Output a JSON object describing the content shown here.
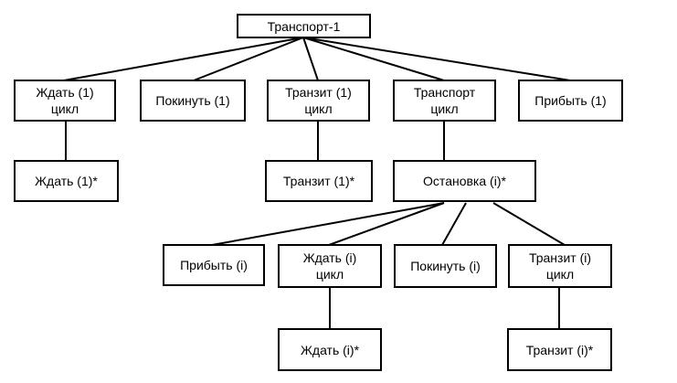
{
  "diagram": {
    "root": {
      "line1": "Транспорт-1"
    },
    "level1": {
      "wait_cycle": {
        "line1": "Ждать (1)",
        "line2": "цикл"
      },
      "leave": {
        "line1": "Покинуть (1)"
      },
      "transit_cycle": {
        "line1": "Транзит (1)",
        "line2": "цикл"
      },
      "transport_cycle": {
        "line1": "Транспорт",
        "line2": "цикл"
      },
      "arrive": {
        "line1": "Прибыть (1)"
      }
    },
    "level2": {
      "wait_star": {
        "line1": "Ждать (1)*"
      },
      "transit_star": {
        "line1": "Транзит (1)*"
      },
      "stop_star": {
        "line1": "Остановка (i)*"
      }
    },
    "level3": {
      "arrive_i": {
        "line1": "Прибыть (i)"
      },
      "wait_i_cycle": {
        "line1": "Ждать (i)",
        "line2": "цикл"
      },
      "leave_i": {
        "line1": "Покинуть (i)"
      },
      "transit_i_cycle": {
        "line1": "Транзит (i)",
        "line2": "цикл"
      }
    },
    "level4": {
      "wait_i_star": {
        "line1": "Ждать (i)*"
      },
      "transit_i_star": {
        "line1": "Транзит (i)*"
      }
    }
  }
}
